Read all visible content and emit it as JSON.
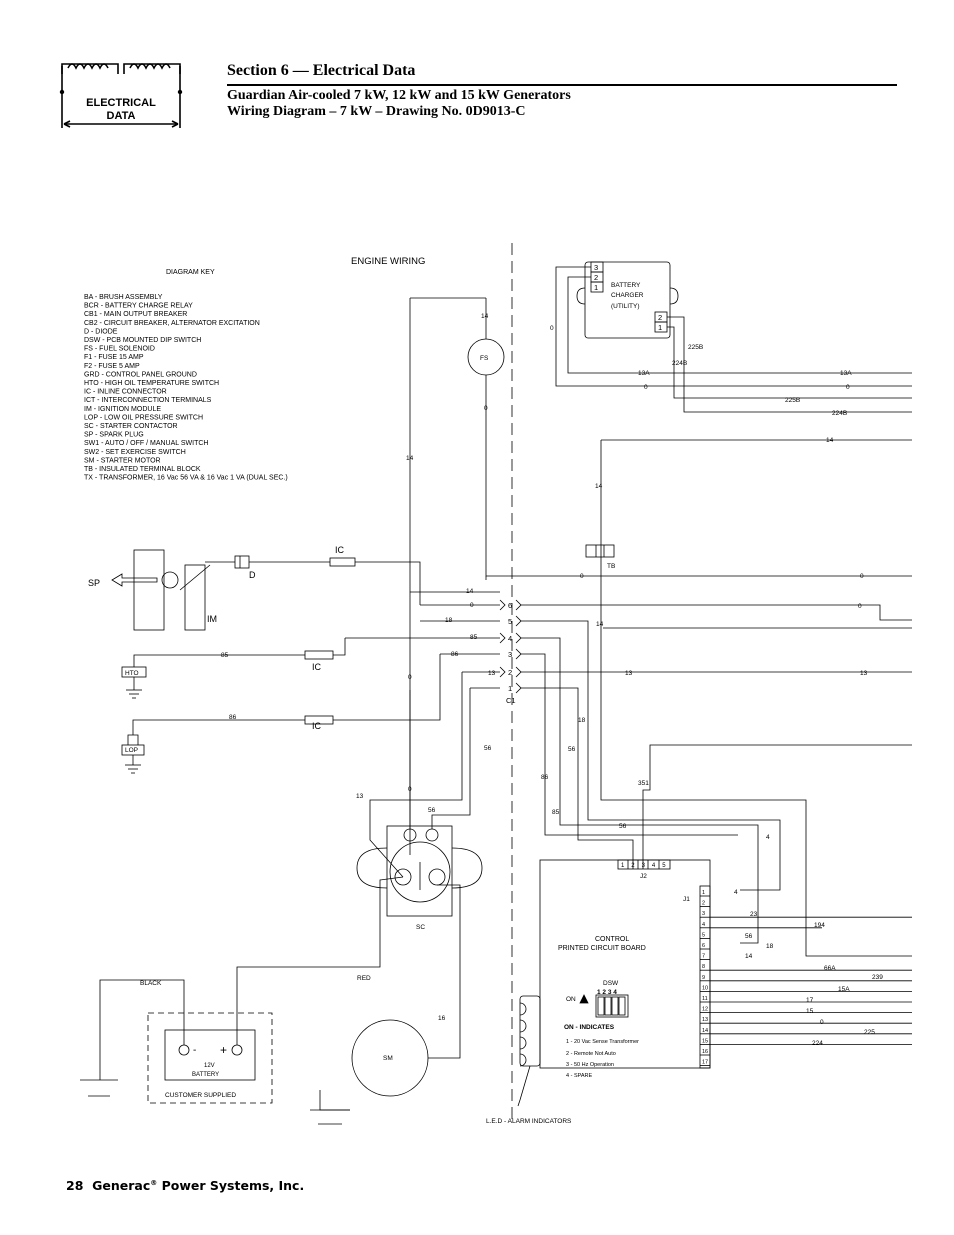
{
  "header": {
    "section": "Section 6 — Electrical Data",
    "subtitle": "Guardian Air-cooled 7 kW, 12 kW and 15 kW Generators",
    "drawing": "Wiring Diagram – 7 kW – Drawing No. 0D9013-C",
    "logo_line1": "ELECTRICAL",
    "logo_line2": "DATA"
  },
  "diagram": {
    "engine_wiring": "ENGINE WIRING",
    "key_title": "DIAGRAM KEY",
    "key": [
      "BA - BRUSH ASSEMBLY",
      "BCR - BATTERY CHARGE RELAY",
      "CB1 - MAIN OUTPUT BREAKER",
      "CB2 - CIRCUIT BREAKER, ALTERNATOR EXCITATION",
      "D - DIODE",
      "DSW - PCB MOUNTED DIP SWITCH",
      "FS - FUEL SOLENOID",
      "F1 - FUSE 15 AMP",
      "F2 - FUSE 5 AMP",
      "GRD - CONTROL PANEL GROUND",
      "HTO - HIGH OIL TEMPERATURE SWITCH",
      "IC - INLINE CONNECTOR",
      "ICT - INTERCONNECTION TERMINALS",
      "IM - IGNITION MODULE",
      "LOP - LOW OIL PRESSURE SWITCH",
      "SC - STARTER CONTACTOR",
      "SP - SPARK PLUG",
      "SW1 - AUTO / OFF / MANUAL SWITCH",
      "SW2 - SET EXERCISE SWITCH",
      "SM - STARTER MOTOR",
      "TB - INSULATED TERMINAL BLOCK",
      "TX - TRANSFORMER, 16 Vac 56 VA & 16 Vac 1 VA (DUAL SEC.)"
    ],
    "components": {
      "charger": [
        "BATTERY",
        "CHARGER",
        "(UTILITY)"
      ],
      "charger_pins_top": [
        "3",
        "2",
        "1"
      ],
      "charger_pins_right": [
        "2",
        "1"
      ],
      "fs": "FS",
      "tb": "TB",
      "sp": "SP",
      "d": "D",
      "im": "IM",
      "ic1": "IC",
      "ic2": "IC",
      "ic3": "IC",
      "hto": "HTO",
      "lop": "LOP",
      "c1": "C1",
      "c1_pins": [
        "6",
        "5",
        "4",
        "3",
        "2",
        "1"
      ],
      "sc": "SC",
      "sm": "SM",
      "battery": "12V\nBATTERY",
      "battery_12v": "12V",
      "battery_word": "BATTERY",
      "battery_minus": "-",
      "battery_plus": "+",
      "customer": "CUSTOMER SUPPLIED",
      "black": "BLACK",
      "red": "RED",
      "j2": "J2",
      "j2_pins": [
        "1",
        "2",
        "3",
        "4",
        "5"
      ],
      "j1": "J1",
      "j1_pins": [
        "1",
        "2",
        "3",
        "4",
        "5",
        "6",
        "7",
        "8",
        "9",
        "10",
        "11",
        "12",
        "13",
        "14",
        "15",
        "16",
        "17"
      ],
      "pcb1": "CONTROL",
      "pcb2": "PRINTED CIRCUIT BOARD",
      "dsw": "DSW",
      "dsw_pins": "1 2 3 4",
      "dsw_on": "ON",
      "dsw_on_ind": "ON - INDICATES",
      "dsw_opts": [
        "1 - 20 Vac Sense Transformer",
        "2 - Remote Not Auto",
        "3 - 50 Hz Operation",
        "4 - SPARE"
      ],
      "led": "L.E.D - ALARM INDICATORS"
    },
    "wires": {
      "w14_fs": "14",
      "w0_fs": "0",
      "w0_bc": "0",
      "w225B_a": "225B",
      "w224B_a": "224B",
      "w13A_a": "13A",
      "w13A_b": "13A",
      "w0_a": "0",
      "w0_b": "0",
      "w225B_b": "225B",
      "w224B_b": "224B",
      "w14_a": "14",
      "w14_b": "14",
      "w14_c": "14",
      "w0_tb": "0",
      "w0_tb2": "0",
      "w14_c1": "14",
      "w0_c1": "0",
      "w0_c1r": "0",
      "w18_c1": "18",
      "w85_c1": "85",
      "w86_c1": "86",
      "w13_c1": "13",
      "w14_d": "14",
      "w13_r": "13",
      "w13_rr": "13",
      "w85_hto": "85",
      "w86_lop": "86",
      "w0_v": "0",
      "w18_v": "18",
      "w56_a": "56",
      "w56_b": "56",
      "w13_sc": "13",
      "w0_sc": "0",
      "w56_sc": "56",
      "w86_v": "86",
      "w85_v": "85",
      "w351": "351",
      "w56_j2": "56",
      "w4_a": "4",
      "w4_b": "4",
      "w23": "23",
      "w194": "194",
      "w56_j1": "56",
      "w18_j1": "18",
      "w14_j1": "14",
      "w66A": "66A",
      "w239": "239",
      "w15A": "15A",
      "w17": "17",
      "w15": "15",
      "w0_j1": "0",
      "w225": "225",
      "w224": "224",
      "w16": "16"
    }
  },
  "footer": {
    "page": "28",
    "company": "Generac",
    "reg": "®",
    "rest": "Power Systems, Inc."
  }
}
